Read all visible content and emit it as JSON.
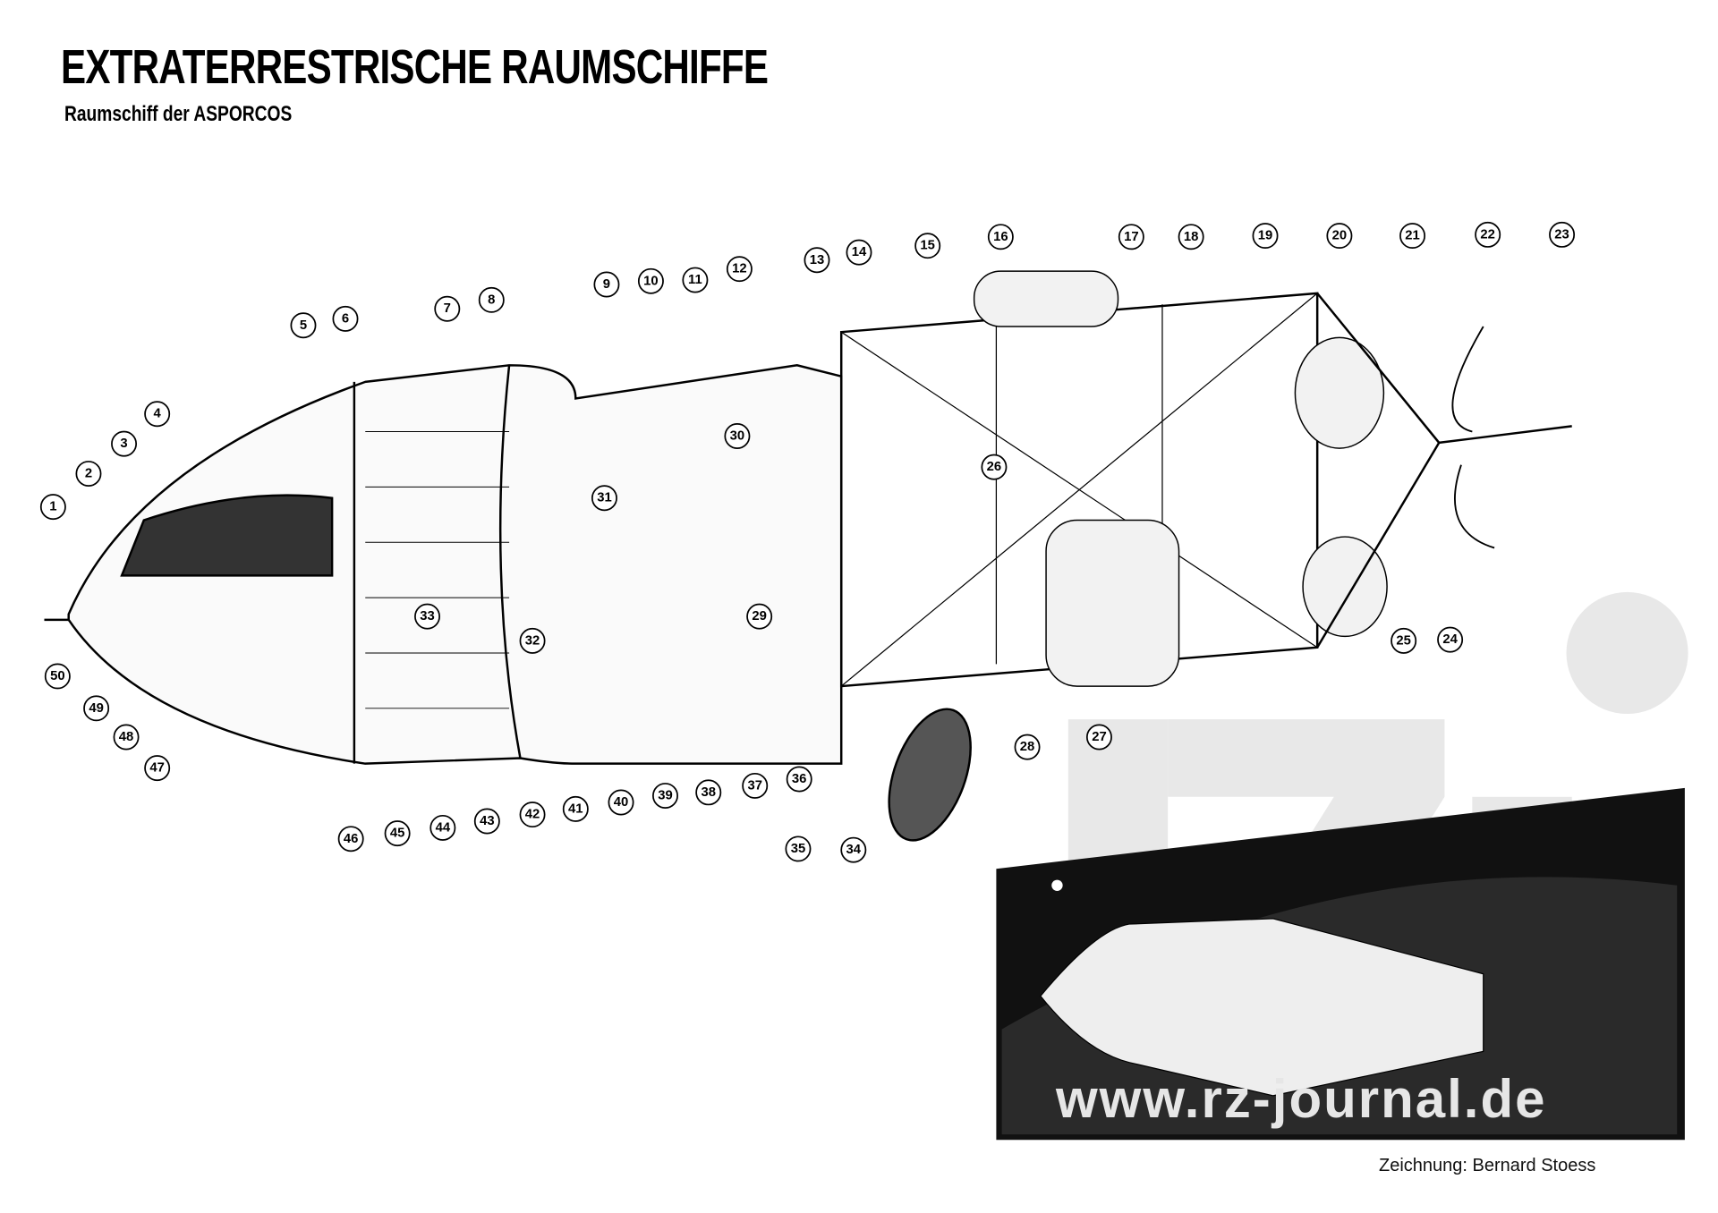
{
  "title": "EXTRATERRESTRISCHE RAUMSCHIFFE",
  "subtitle": "Raumschiff der ASPORCOS",
  "credit": "Zeichnung: Bernard Stoess",
  "watermark": "www.rz-journal.de",
  "callouts": [
    "1",
    "2",
    "3",
    "4",
    "5",
    "6",
    "7",
    "8",
    "9",
    "10",
    "11",
    "12",
    "13",
    "14",
    "15",
    "16",
    "17",
    "18",
    "19",
    "20",
    "21",
    "22",
    "23",
    "24",
    "25",
    "26",
    "27",
    "28",
    "29",
    "30",
    "31",
    "32",
    "33",
    "34",
    "35",
    "36",
    "37",
    "38",
    "39",
    "40",
    "41",
    "42",
    "43",
    "44",
    "45",
    "46",
    "47",
    "48",
    "49",
    "50"
  ]
}
